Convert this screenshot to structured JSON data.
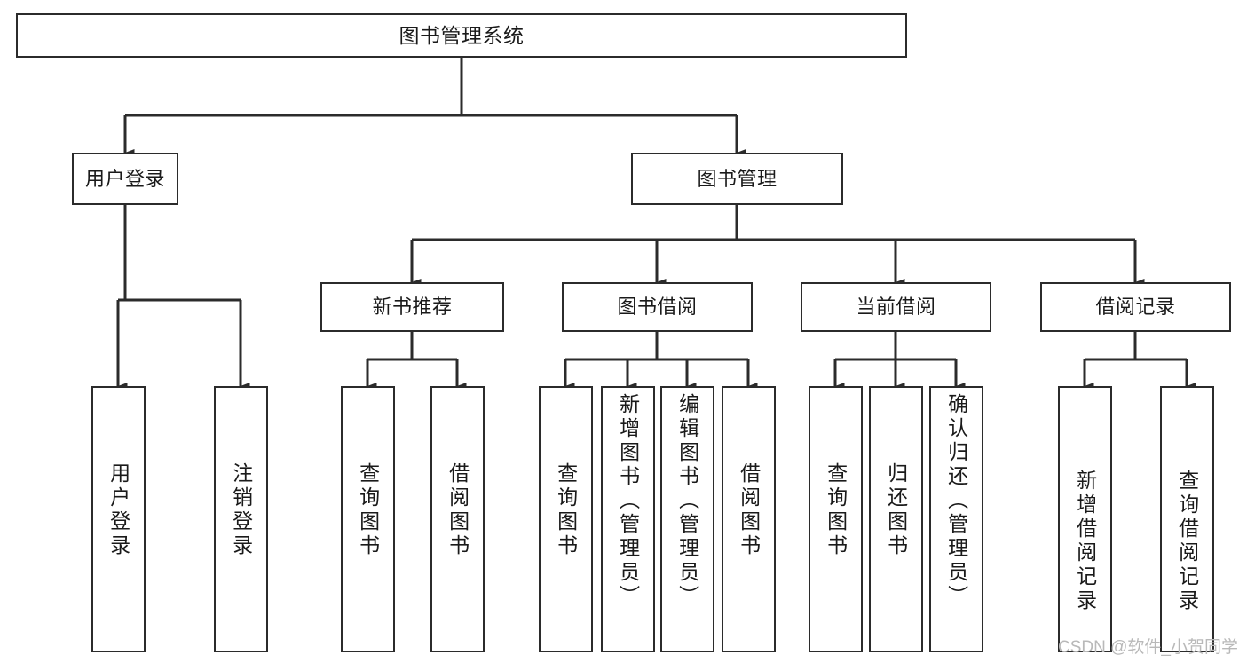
{
  "diagram": {
    "title": "图书管理系统",
    "type": "tree-hierarchy",
    "orientation": "top-down",
    "theme": {
      "background": "#ffffff",
      "node_fill": "#ffffff",
      "node_stroke": "#2b2b2b",
      "edge_stroke": "#2b2b2b",
      "text_color": "#1a1a1a",
      "watermark_color": "#b9b9b9"
    }
  },
  "root": {
    "label": "图书管理系统"
  },
  "level2": [
    {
      "label": "用户登录"
    },
    {
      "label": "图书管理"
    }
  ],
  "level3": [
    {
      "label": "新书推荐"
    },
    {
      "label": "图书借阅"
    },
    {
      "label": "当前借阅"
    },
    {
      "label": "借阅记录"
    }
  ],
  "leaves": {
    "user_login": [
      {
        "label": "用户登录"
      },
      {
        "label": "注销登录"
      }
    ],
    "new_book_recommend": [
      {
        "label": "查询图书"
      },
      {
        "label": "借阅图书"
      }
    ],
    "book_borrow": [
      {
        "label": "查询图书"
      },
      {
        "label": "新增图书（管理员）"
      },
      {
        "label": "编辑图书（管理员）"
      },
      {
        "label": "借阅图书"
      }
    ],
    "current_borrow": [
      {
        "label": "查询图书"
      },
      {
        "label": "归还图书"
      },
      {
        "label": "确认归还（管理员）"
      }
    ],
    "borrow_record": [
      {
        "label": "新增借阅记录"
      },
      {
        "label": "查询借阅记录"
      }
    ]
  },
  "watermark": {
    "text": "CSDN @软件_小贺同学"
  }
}
